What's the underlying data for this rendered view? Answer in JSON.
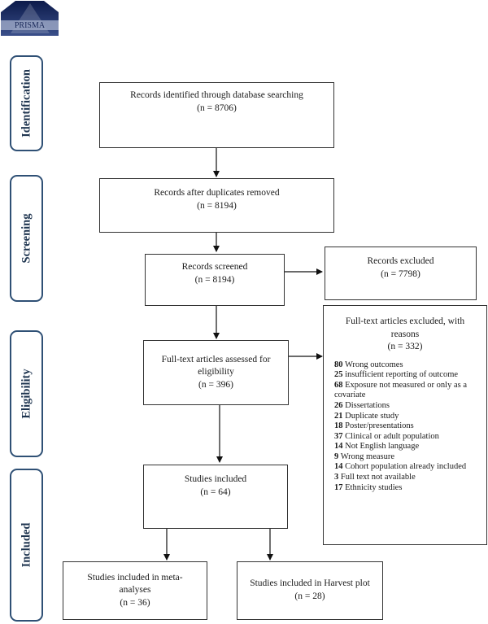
{
  "logo": {
    "text": "PRISMA"
  },
  "phases": [
    "Identification",
    "Screening",
    "Eligibility",
    "Included"
  ],
  "boxes": {
    "identified": {
      "line1": "Records identified through database searching",
      "line2": "(n = 8706)"
    },
    "after_duplicates": {
      "line1": "Records after duplicates removed",
      "line2": "(n = 8194)"
    },
    "screened": {
      "line1": "Records screened",
      "line2": "(n = 8194)"
    },
    "excluded": {
      "line1": "Records excluded",
      "line2": "(n = 7798)"
    },
    "fulltext": {
      "line1": "Full-text articles assessed for eligibility",
      "line2": "(n = 396)"
    },
    "included": {
      "line1": "Studies included",
      "line2": "(n = 64)"
    },
    "meta": {
      "line1": "Studies included in meta-analyses",
      "line2": "(n = 36)"
    },
    "harvest": {
      "line1": "Studies included in Harvest plot",
      "line2": "(n = 28)"
    }
  },
  "fulltext_excluded": {
    "title": "Full-text articles excluded, with reasons",
    "count": "(n = 332)",
    "reasons": [
      {
        "n": "80",
        "text": "Wrong outcomes"
      },
      {
        "n": "25",
        "text": "insufficient reporting of outcome"
      },
      {
        "n": "68",
        "text": "Exposure not measured or only as a covariate"
      },
      {
        "n": "26",
        "text": "Dissertations"
      },
      {
        "n": "21",
        "text": "Duplicate study"
      },
      {
        "n": "18",
        "text": "Poster/presentations"
      },
      {
        "n": "37",
        "text": "Clinical or adult population"
      },
      {
        "n": "14",
        "text": "Not English language"
      },
      {
        "n": "9",
        "text": "Wrong measure"
      },
      {
        "n": "14",
        "text": "Cohort population already included"
      },
      {
        "n": "3",
        "text": "Full text not available"
      },
      {
        "n": "17",
        "text": "Ethnicity studies"
      }
    ]
  }
}
